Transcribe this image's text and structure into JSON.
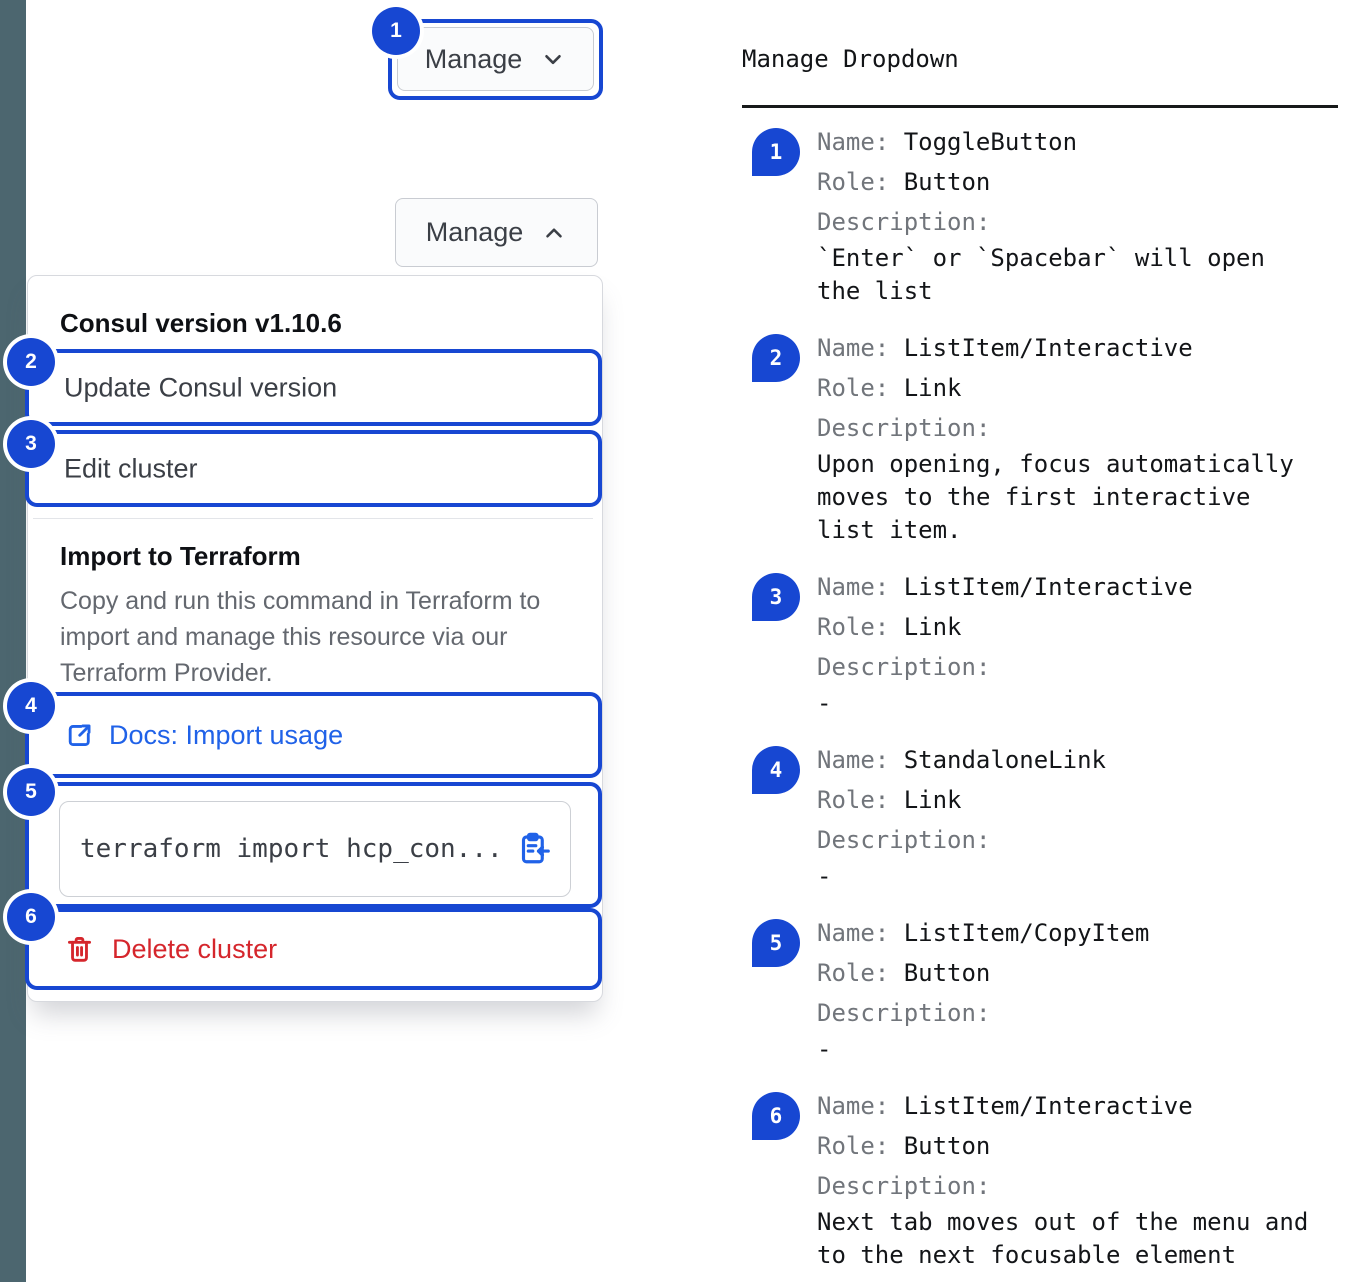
{
  "annotations": [
    "1",
    "2",
    "3",
    "4",
    "5",
    "6"
  ],
  "toggle_collapsed": {
    "label": "Manage"
  },
  "toggle_expanded": {
    "label": "Manage"
  },
  "dropdown": {
    "version_header": "Consul version v1.10.6",
    "items": [
      {
        "label": "Update Consul version"
      },
      {
        "label": "Edit cluster"
      }
    ],
    "terraform": {
      "title": "Import to Terraform",
      "description": "Copy and run this command in Terraform to import and manage this resource via our Terraform Provider.",
      "docs_link": "Docs: Import usage",
      "code": "terraform import hcp_con..."
    },
    "delete": {
      "label": "Delete cluster"
    }
  },
  "legend": {
    "title": "Manage Dropdown",
    "field_labels": {
      "name": "Name:",
      "role": "Role:",
      "description": "Description:"
    },
    "entries": [
      {
        "badge": "1",
        "name": "ToggleButton",
        "role": "Button",
        "description": "`Enter` or `Spacebar` will open the list"
      },
      {
        "badge": "2",
        "name": "ListItem/Interactive",
        "role": "Link",
        "description": "Upon opening, focus automatically moves to the first interactive list item."
      },
      {
        "badge": "3",
        "name": "ListItem/Interactive",
        "role": "Link",
        "description": "-"
      },
      {
        "badge": "4",
        "name": "StandaloneLink",
        "role": "Link",
        "description": "-"
      },
      {
        "badge": "5",
        "name": "ListItem/CopyItem",
        "role": "Button",
        "description": "-"
      },
      {
        "badge": "6",
        "name": "ListItem/Interactive",
        "role": "Button",
        "description": "Next tab moves out of the menu and to the next focusable element"
      }
    ]
  },
  "colors": {
    "annotation_blue": "#1747D2",
    "link_blue": "#2062E8",
    "critical_red": "#D5262C",
    "sidebar_strip": "#4C666F"
  }
}
